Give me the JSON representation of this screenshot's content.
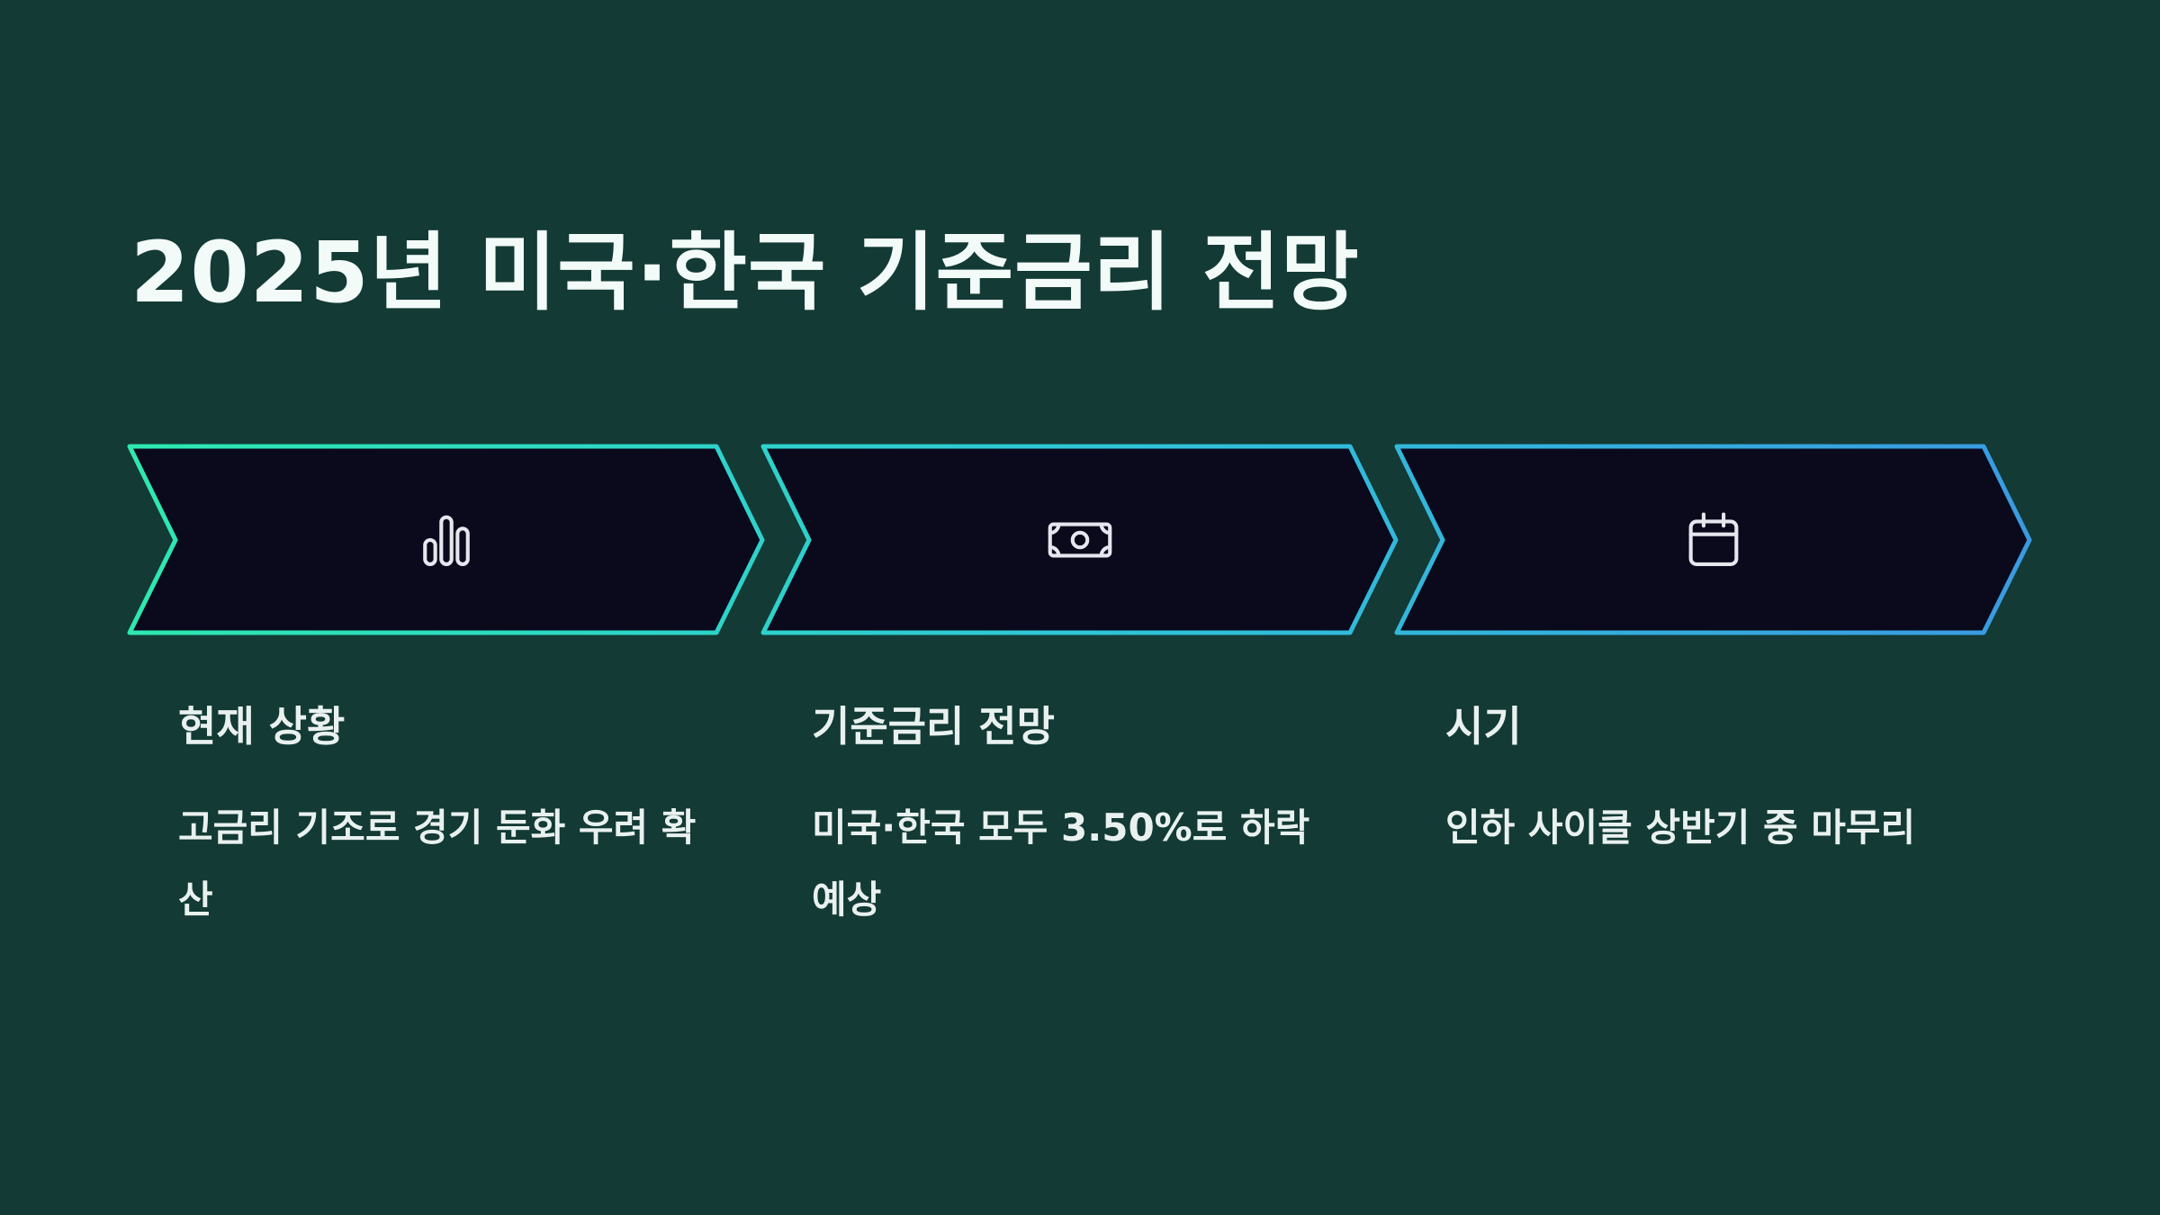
{
  "title": "2025년 미국·한국 기준금리 전망",
  "colors": {
    "background": "#133a34",
    "chevron_fill": "#0a0a1c",
    "gradient_start": "#2ee8b0",
    "gradient_mid": "#2ec6d8",
    "gradient_end": "#3a9ae0",
    "text": "#e9f1ef"
  },
  "steps": [
    {
      "icon": "bar-chart-icon",
      "heading": "현재 상황",
      "description": "고금리 기조로 경기 둔화 우려 확산"
    },
    {
      "icon": "banknote-icon",
      "heading": "기준금리 전망",
      "description": "미국·한국 모두 3.50%로 하락 예상"
    },
    {
      "icon": "calendar-icon",
      "heading": "시기",
      "description": "인하 사이클 상반기 중 마무리"
    }
  ]
}
